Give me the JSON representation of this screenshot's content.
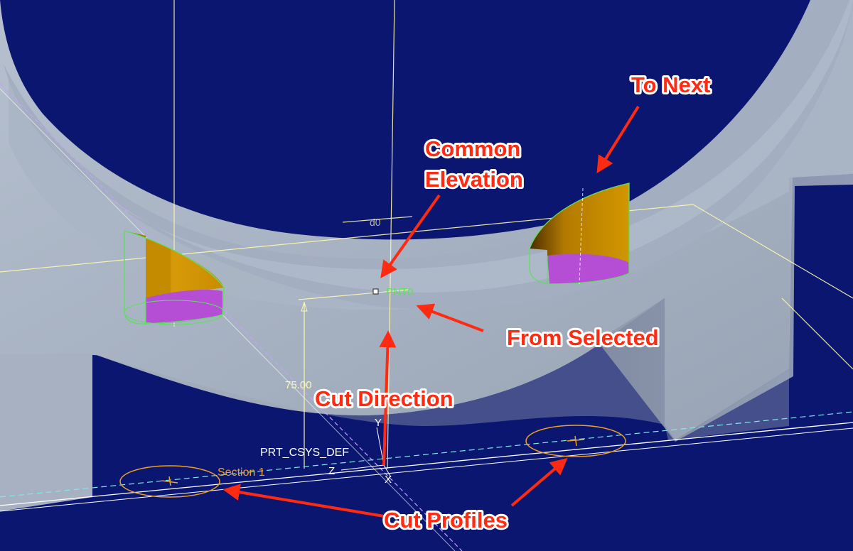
{
  "viewport": {
    "background_color": "#0b1670",
    "part_color": "#a8b4c4",
    "cut_surface_color": "#cc9000",
    "cut_cap_color": "#b54ed4",
    "edge_highlight_color": "#5ee05e",
    "sketch_line_color": "#fff7b0",
    "section_color": "#f0a020"
  },
  "annotations": {
    "to_next": "To Next",
    "common_elevation_line1": "Common",
    "common_elevation_line2": "Elevation",
    "from_selected": "From Selected",
    "cut_direction": "Cut Direction",
    "cut_profiles": "Cut Profiles",
    "color": "#ff2a12"
  },
  "model_labels": {
    "point": "PNT0",
    "dimension": "75.00",
    "csys": "PRT_CSYS_DEF",
    "section": "Section 1",
    "axis_x": "X",
    "axis_y": "Y",
    "axis_z": "Z",
    "dim_small": "d0"
  }
}
